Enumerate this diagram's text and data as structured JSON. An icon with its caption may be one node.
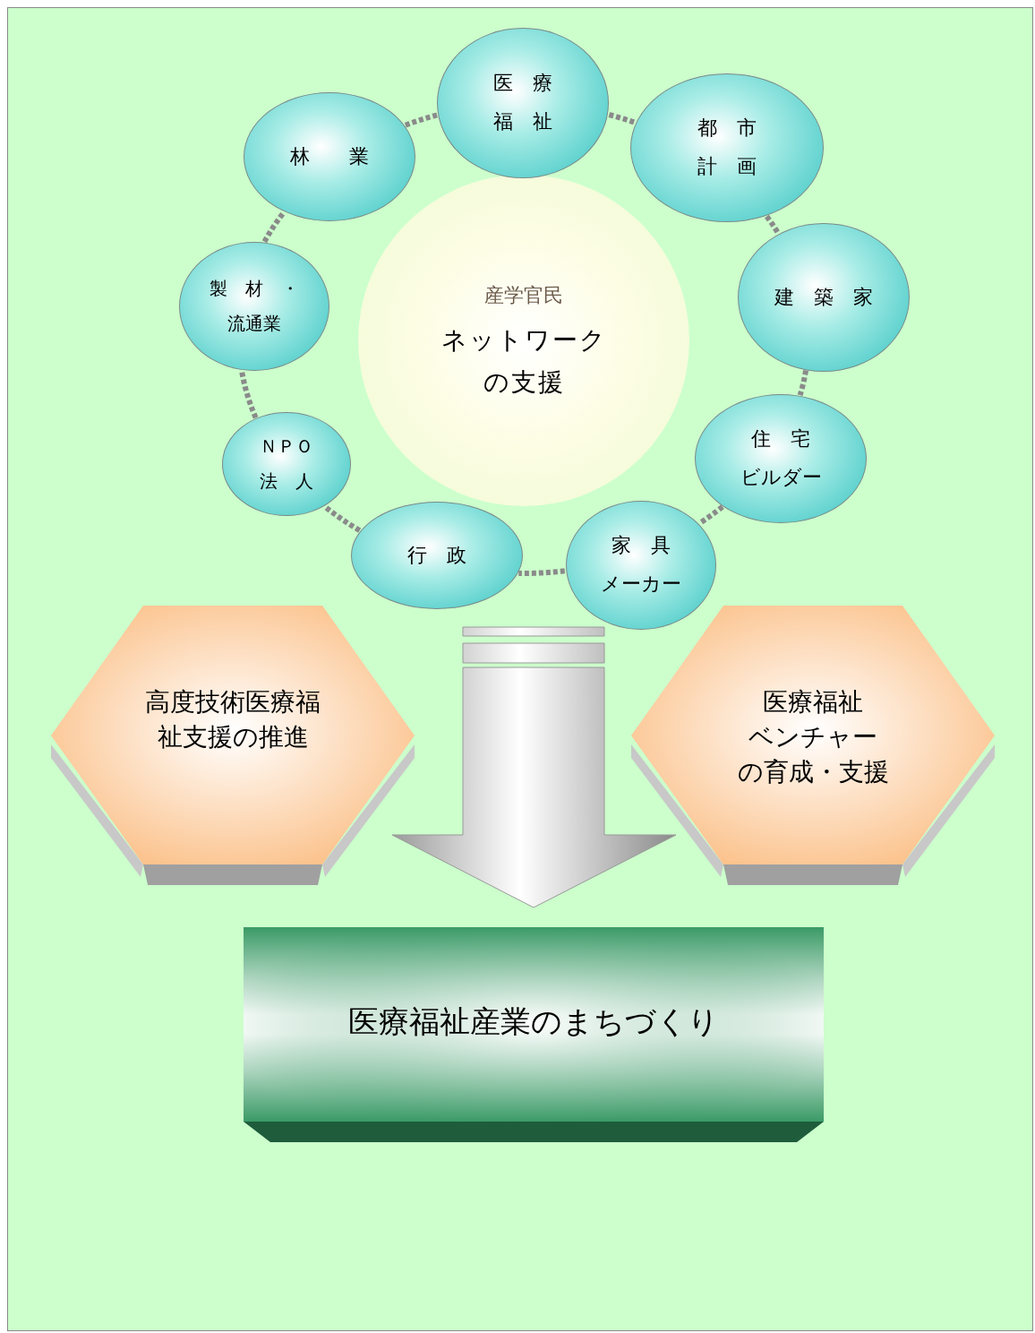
{
  "diagram": {
    "nodes": [
      {
        "text": [
          "産学官民",
          "ネットワークの支援"
        ]
      },
      {
        "text": [
          "医　療福　祉"
        ]
      },
      {
        "text": [
          "都　市計　画"
        ]
      },
      {
        "text": [
          "建　築　家"
        ]
      },
      {
        "text": [
          "住　宅ビルダー"
        ]
      },
      {
        "text": [
          "家　具メーカー"
        ]
      },
      {
        "text": [
          "行　政"
        ]
      },
      {
        "text": [
          "ＮＰＯ法　人"
        ]
      },
      {
        "text": [
          "製　材　・流通業"
        ]
      },
      {
        "text": [
          "林　　業"
        ]
      },
      {
        "text": [
          "高度技術医療福祉支援の推進"
        ]
      },
      {
        "text": [
          "医療福祉ベンチャーの育成・支援"
        ]
      },
      {
        "text": [
          "医療福祉産業のまちづくり"
        ]
      }
    ],
    "edges": [
      {
        "from": 1,
        "to": 2,
        "arrow": "none",
        "style": "dashed"
      },
      {
        "from": 2,
        "to": 3,
        "arrow": "none",
        "style": "dashed"
      },
      {
        "from": 3,
        "to": 4,
        "arrow": "none",
        "style": "dashed"
      },
      {
        "from": 4,
        "to": 5,
        "arrow": "none",
        "style": "dashed"
      },
      {
        "from": 5,
        "to": 6,
        "arrow": "none",
        "style": "dashed"
      },
      {
        "from": 6,
        "to": 7,
        "arrow": "none",
        "style": "dashed"
      },
      {
        "from": 7,
        "to": 8,
        "arrow": "none",
        "style": "dashed"
      },
      {
        "from": 8,
        "to": 9,
        "arrow": "none",
        "style": "dashed"
      },
      {
        "from": 9,
        "to": 1,
        "arrow": "none",
        "style": "dashed"
      },
      {
        "from": 0,
        "to": 12,
        "arrow": "to",
        "style": "thick"
      }
    ]
  }
}
